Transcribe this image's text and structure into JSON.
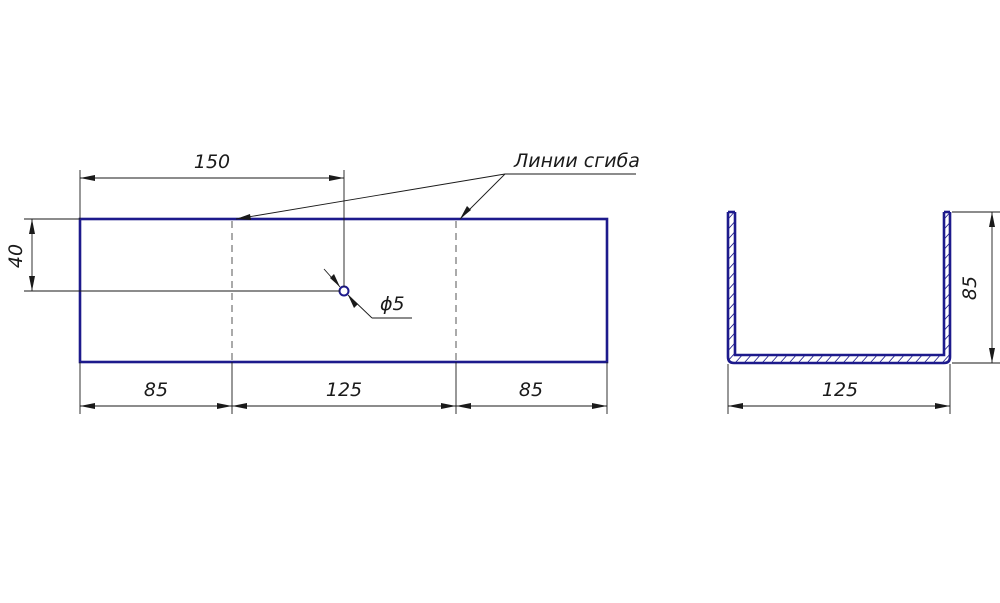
{
  "drawing": {
    "colors": {
      "part": "#1d1a8c",
      "dimension": "#1a1a1a",
      "background": "#ffffff"
    },
    "blank": {
      "dim_height": "40",
      "dim_hole_position": "150",
      "hole_label": "ϕ5",
      "bend_label": "Линии сгиба",
      "dim_left": "85",
      "dim_middle": "125",
      "dim_right": "85"
    },
    "profile": {
      "dim_height": "85",
      "dim_width": "125"
    }
  }
}
